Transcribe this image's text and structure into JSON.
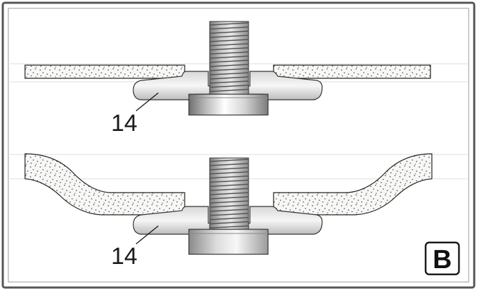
{
  "figure": {
    "upper_detail": {
      "callout": "14"
    },
    "lower_detail": {
      "callout": "14"
    },
    "badge": "B"
  },
  "colors": {
    "frame": "#555555",
    "stipple_fill": "#f7f7f5",
    "stipple_dot": "#222222",
    "metal_light": "#f2f2f2",
    "metal_mid": "#c4c4c4",
    "metal_dark": "#6f6f6f",
    "ink": "#1a1a1a"
  }
}
